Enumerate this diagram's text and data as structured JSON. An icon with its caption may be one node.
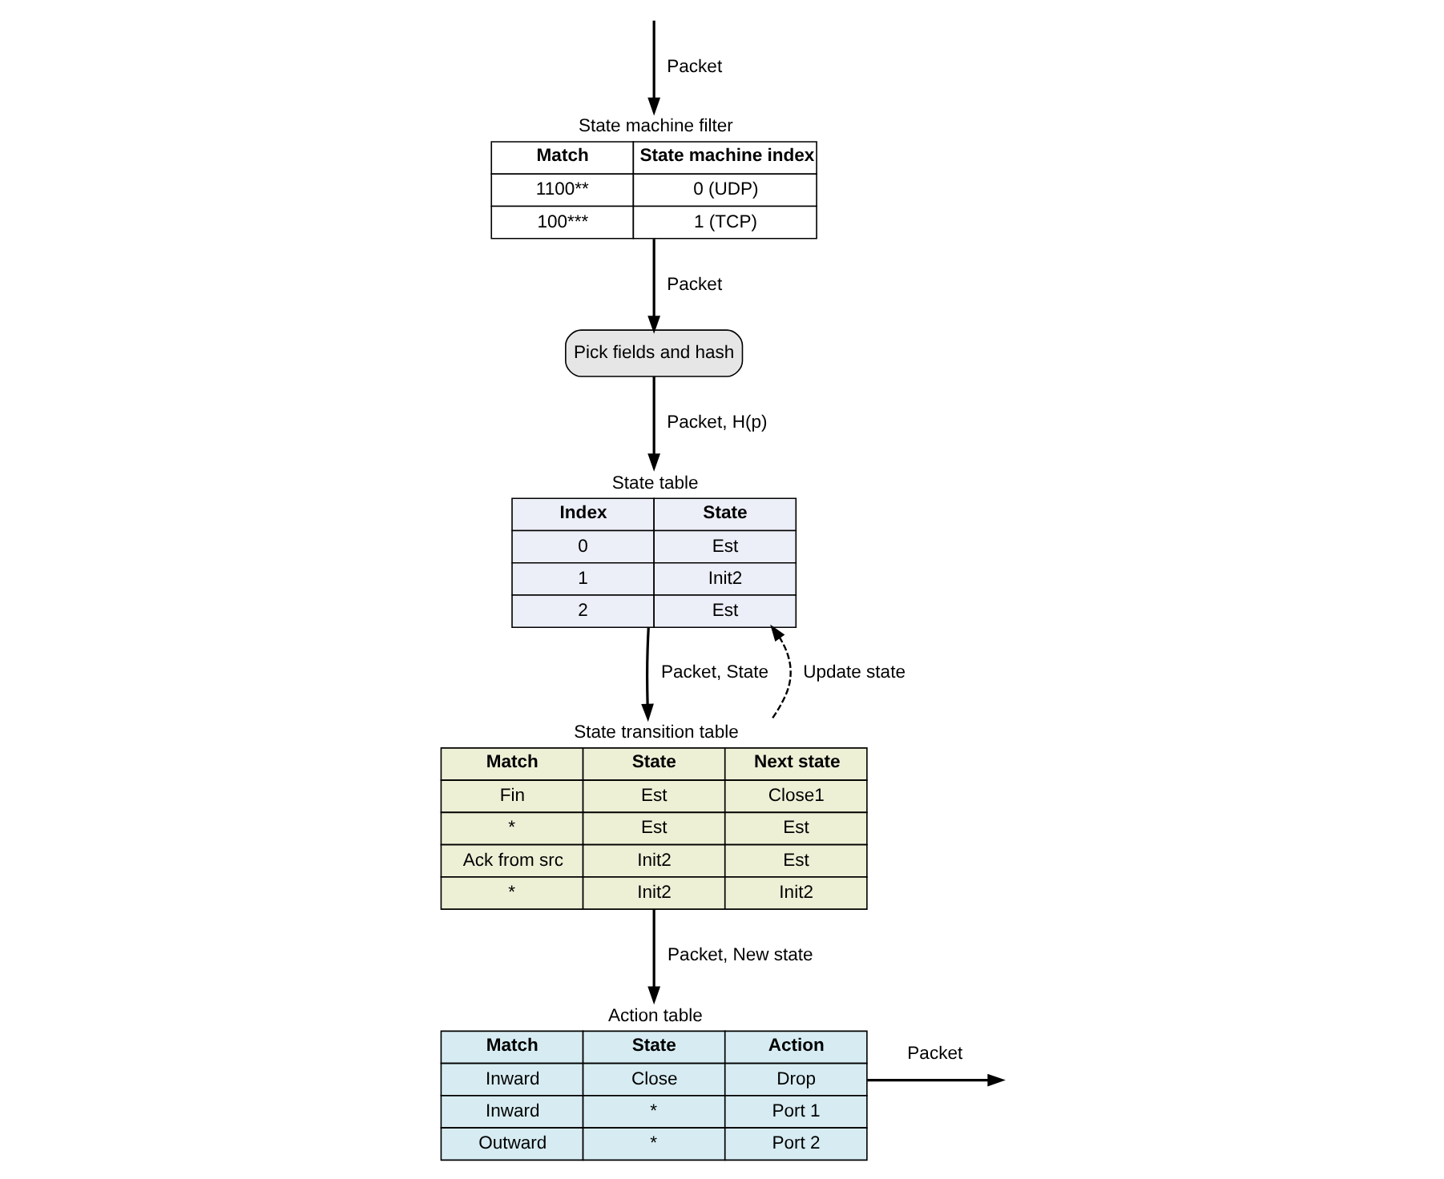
{
  "diagram": {
    "nodes": [
      {
        "text": [
          "State machine filter",
          "Match",
          "State machine index",
          "1100**",
          "0 (UDP)",
          "100***",
          "1 (TCP)"
        ]
      },
      {
        "text": [
          "Pick fields and hash"
        ]
      },
      {
        "text": [
          "State table",
          "Index",
          "State",
          "0",
          "Est",
          "1",
          "Init2",
          "2",
          "Est"
        ]
      },
      {
        "text": [
          "State transition table",
          "Match",
          "State",
          "Next state",
          "Fin",
          "Est",
          "Close1",
          "*",
          "Est",
          "Est",
          "Ack from src",
          "Init2",
          "Est",
          "*",
          "Init2",
          "Init2"
        ]
      },
      {
        "text": [
          "Action table",
          "Match",
          "State",
          "Action",
          "Inward",
          "Close",
          "Drop",
          "Inward",
          "*",
          "Port 1",
          "Outward",
          "*",
          "Port 2"
        ]
      }
    ],
    "edges": [
      {
        "from": null,
        "to": 0,
        "arrow": "to",
        "label": "Packet"
      },
      {
        "from": 0,
        "to": 1,
        "arrow": "to",
        "label": "Packet"
      },
      {
        "from": 1,
        "to": 2,
        "arrow": "to",
        "label": "Packet, H(p)"
      },
      {
        "from": 2,
        "to": 3,
        "arrow": "to",
        "label": "Packet, State"
      },
      {
        "from": 3,
        "to": 2,
        "arrow": "to",
        "label": "Update state",
        "style": "dashed"
      },
      {
        "from": 3,
        "to": 4,
        "arrow": "to",
        "label": "Packet, New state"
      },
      {
        "from": 4,
        "to": null,
        "arrow": "to",
        "label": "Packet"
      }
    ]
  }
}
